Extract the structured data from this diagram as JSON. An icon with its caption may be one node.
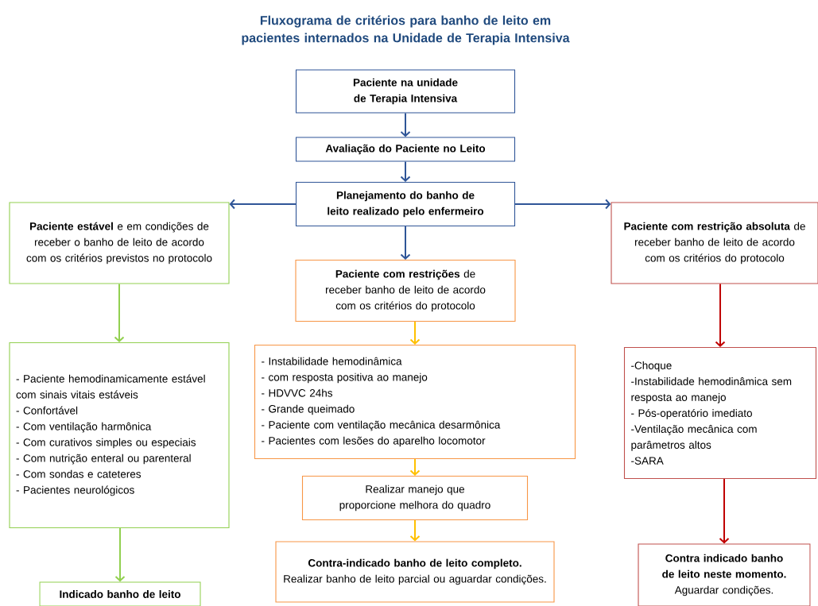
{
  "diagram": {
    "title": "Fluxograma de critérios para banho de leito em pacientes internados na Unidade de Terapia Intensiva",
    "nodes": [
      {
        "text": [
          "Paciente na unidade de Terapia Intensiva"
        ]
      },
      {
        "text": [
          "Avaliação do Paciente no Leito"
        ]
      },
      {
        "text": [
          "Planejamento do banho de leito realizado pelo enfermeiro"
        ]
      },
      {
        "text": [
          "**Paciente estável** e em condições de receber o banho de leito de acordo com os critérios previstos no protocolo"
        ]
      },
      {
        "text": [
          "**Paciente com restrições** de receber banho de leito de acordo com os critérios do protocolo"
        ]
      },
      {
        "text": [
          "**Paciente com restrição absoluta** de receber banho de leito de acordo com os critérios do protocolo"
        ]
      },
      {
        "text": [
          "- Paciente hemodinamicamente estável com sinais vitais estáveis",
          "- Confortável",
          "- Com ventilação harmônica",
          "- Com curativos simples ou especiais",
          "- Com nutrição enteral ou parenteral",
          "- Com sondas e cateteres",
          "- Pacientes neurológicos"
        ]
      },
      {
        "text": [
          "- Instabilidade hemodinâmica",
          "- com resposta positiva ao manejo",
          "- HDVVC 24hs",
          "- Grande queimado",
          "- Paciente com ventilação mecânica desarmônica",
          "- Pacientes com lesões do aparelho locomotor"
        ]
      },
      {
        "text": [
          "Realizar manejo que proporcione melhora do quadro"
        ]
      },
      {
        "text": [
          "Contra-indicado banho de leito completo.",
          "Realizar banho de leito parcial ou aguardar condições."
        ]
      },
      {
        "text": [
          "-Choque",
          "-Instabilidade hemodinâmica sem resposta ao manejo",
          "- Pós-operatório imediato",
          "-Ventilação mecânica com parâmetros altos",
          "-SARA"
        ]
      },
      {
        "text": [
          "Indicado banho de leito"
        ]
      },
      {
        "text": [
          "Contra indicado banho de leito neste momento.",
          "Aguardar condições."
        ]
      }
    ],
    "edges": [
      {
        "from": 0,
        "to": 1,
        "arrow": "to"
      },
      {
        "from": 1,
        "to": 2,
        "arrow": "to"
      },
      {
        "from": 2,
        "to": 3,
        "arrow": "to"
      },
      {
        "from": 2,
        "to": 4,
        "arrow": "to"
      },
      {
        "from": 2,
        "to": 5,
        "arrow": "to"
      },
      {
        "from": 3,
        "to": 6,
        "arrow": "to",
        "color": "#92d050"
      },
      {
        "from": 6,
        "to": 11,
        "arrow": "to",
        "color": "#92d050"
      },
      {
        "from": 4,
        "to": 7,
        "arrow": "to",
        "color": "#ffc000"
      },
      {
        "from": 7,
        "to": 8,
        "arrow": "to",
        "color": "#ffc000"
      },
      {
        "from": 8,
        "to": 9,
        "arrow": "to",
        "color": "#ffc000"
      },
      {
        "from": 5,
        "to": 10,
        "arrow": "to",
        "color": "#c00000"
      },
      {
        "from": 10,
        "to": 12,
        "arrow": "to",
        "color": "#c00000"
      }
    ]
  }
}
